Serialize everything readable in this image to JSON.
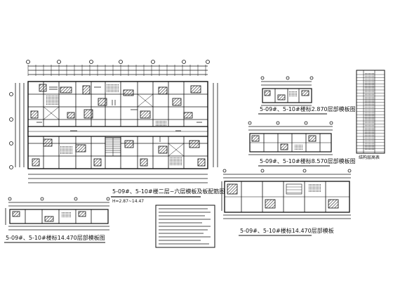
{
  "drawings": {
    "main_plan": {
      "title": "5-09#、5-10#楼二层~六层模板及板配筋图",
      "note": "H=2.87~14.47"
    },
    "top_right_plan": {
      "title": "5-09#、5-10#楼标2.870层部模板图"
    },
    "mid_right_plan": {
      "title": "5-09#、5-10#楼标8.570层部模板图"
    },
    "bottom_left_plan": {
      "title": "5-09#、5-10#楼标14.470层部模板图"
    },
    "bottom_right_plan": {
      "title": "5-09#、5-10#楼标14.470层部模板"
    },
    "level_table": {
      "caption": "结构层高表"
    }
  },
  "colors": {
    "line": "#111111",
    "hatch": "#555555",
    "background": "#ffffff"
  }
}
